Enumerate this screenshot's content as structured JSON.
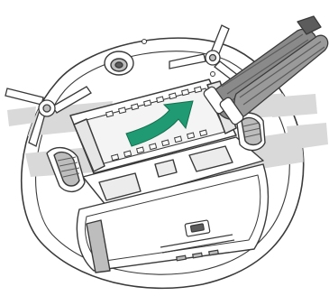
{
  "illustration": {
    "subject": "robot-vacuum-underside",
    "components": [
      "robot-body",
      "side-brush-left",
      "side-brush-right",
      "main-brush-bay",
      "drive-wheel-left",
      "drive-wheel-right",
      "caster-wheel",
      "removed-main-brush",
      "insert-direction-arrow",
      "bumper-front",
      "dustbin-latch"
    ],
    "colors": {
      "outline": "#3a3a3a",
      "body_fill": "#ffffff",
      "shade": "#d9d9d9",
      "shade_dark": "#bdbdbd",
      "brush_fill": "#8a8a8a",
      "brush_dark": "#5c5c5c",
      "arrow": "#1f9a73"
    }
  }
}
